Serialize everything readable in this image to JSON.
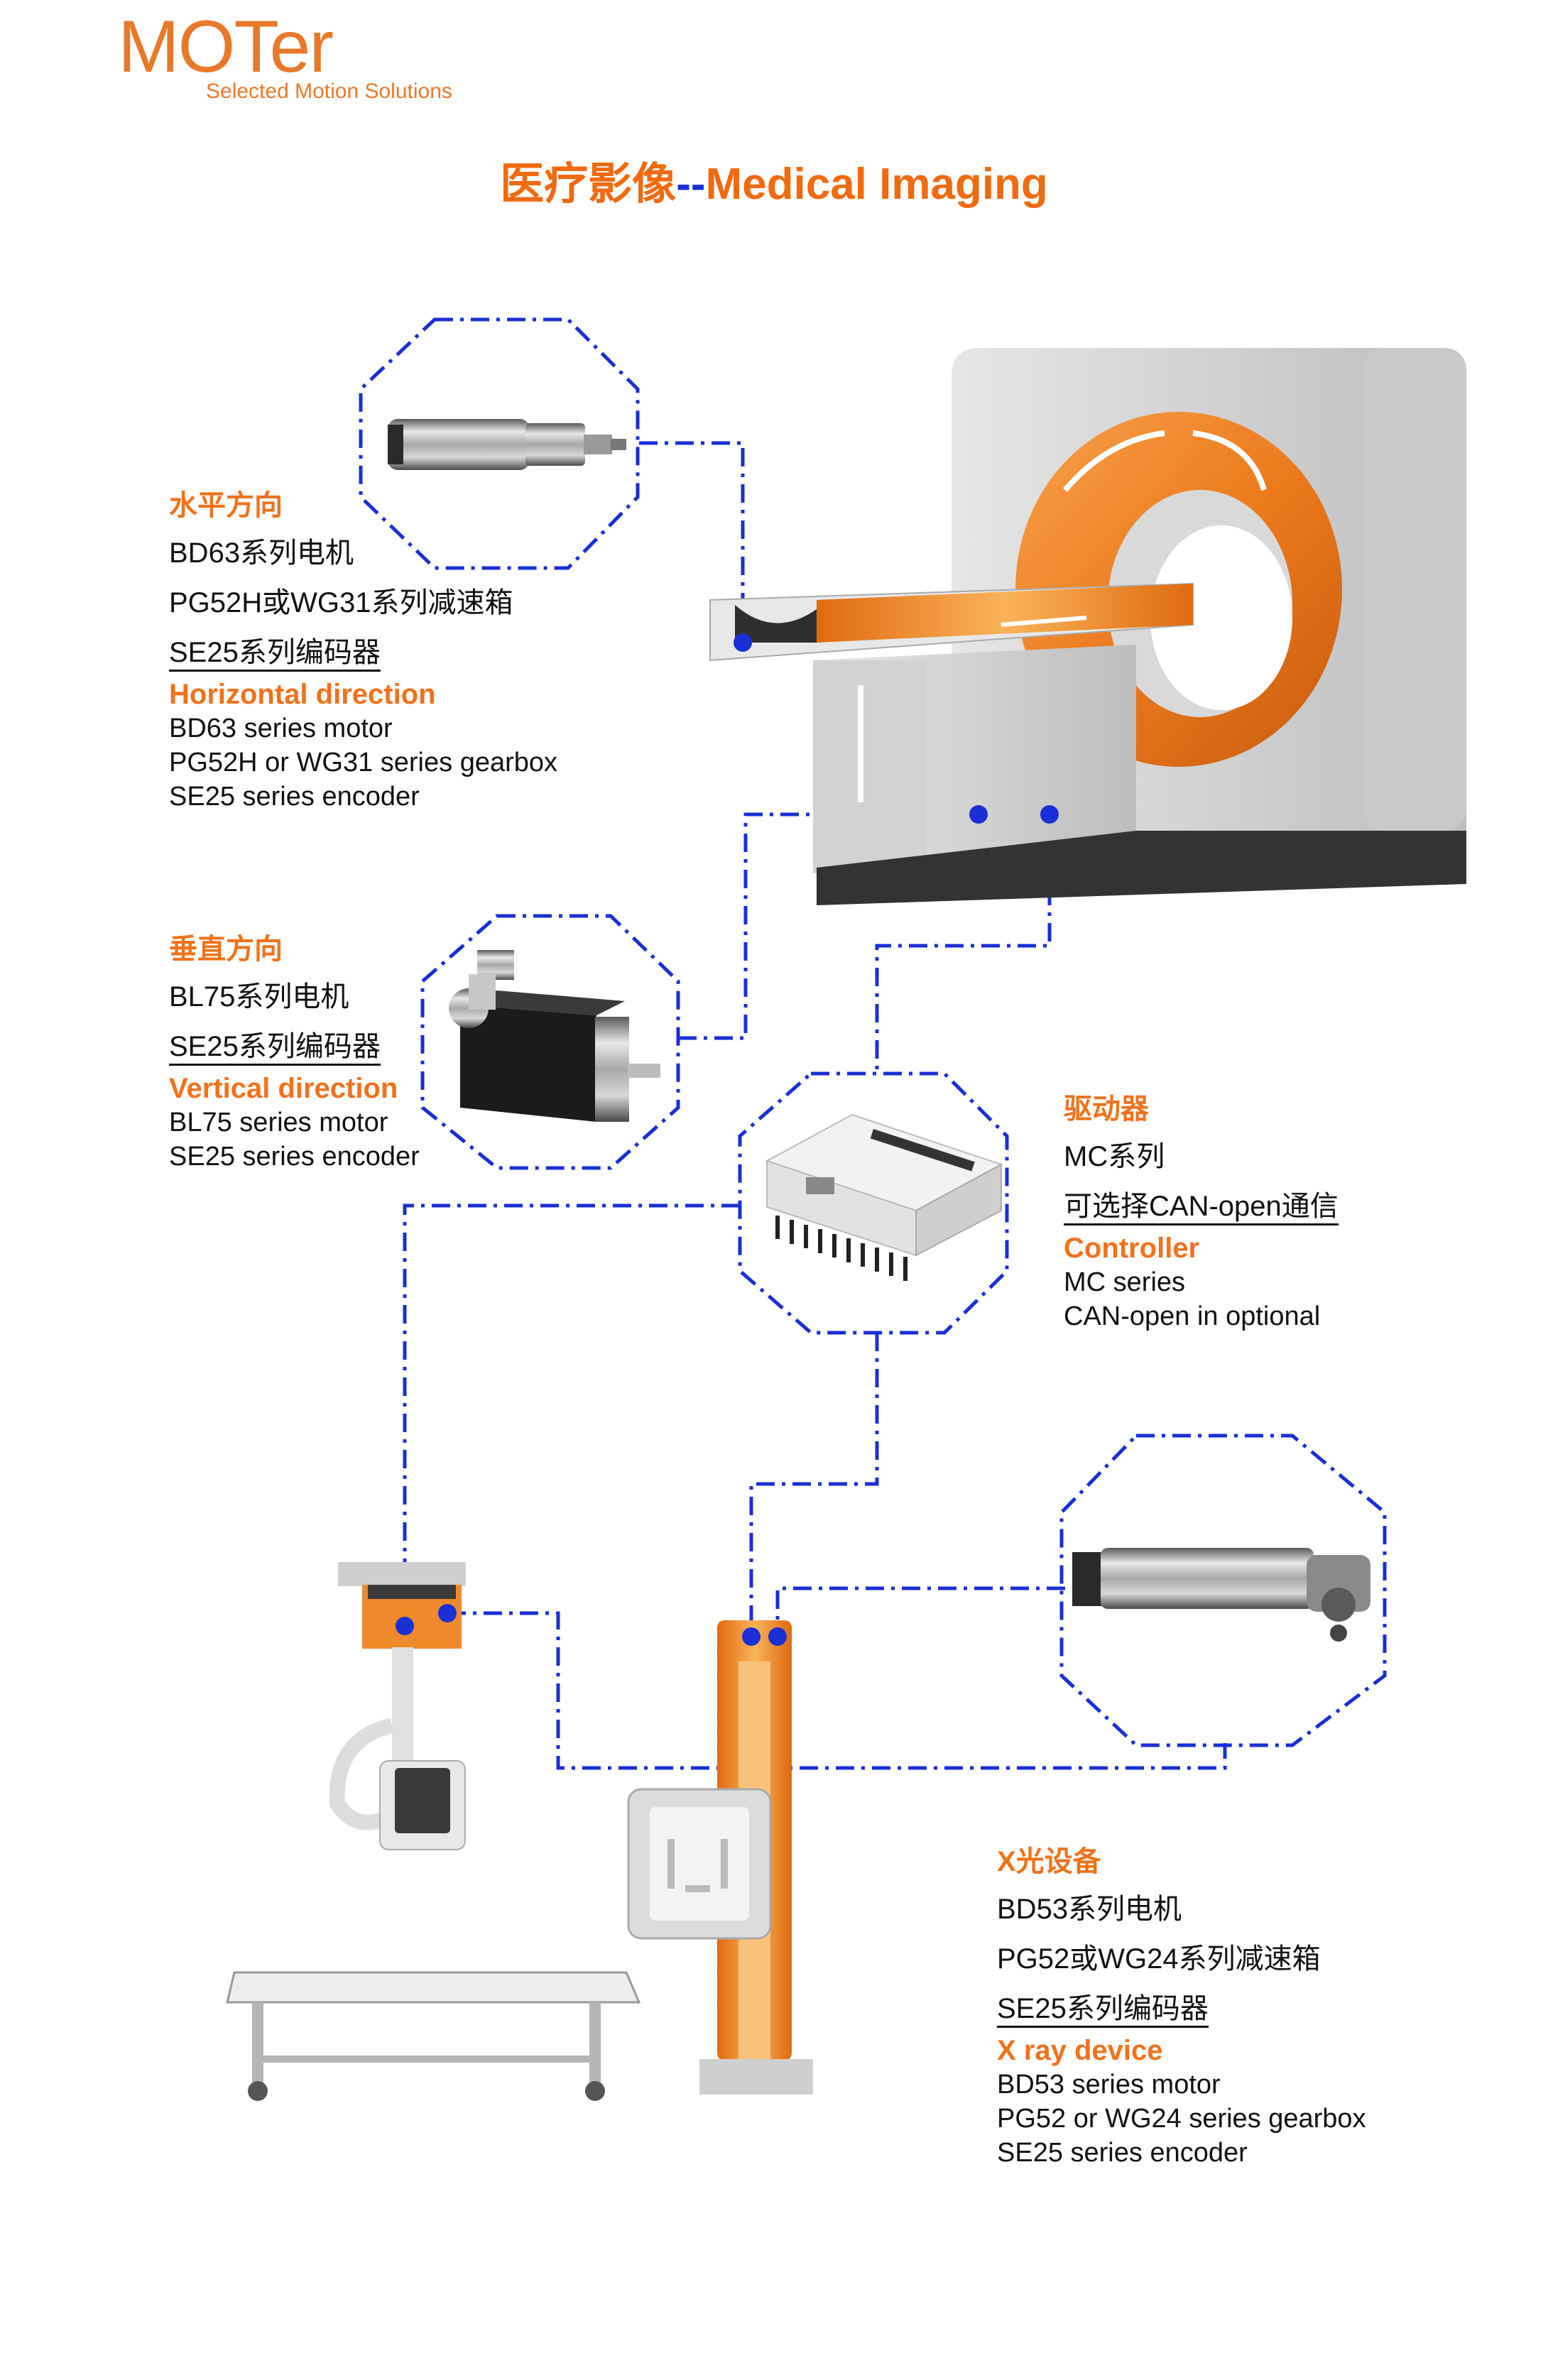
{
  "logo": {
    "wordmark": "MOTer",
    "tagline": "Selected Motion Solutions"
  },
  "title": {
    "zh": "医疗影像",
    "sep": "--",
    "en": "Medical Imaging"
  },
  "sections": {
    "horizontal": {
      "heading_zh": "水平方向",
      "zh_items": [
        "BD63系列电机",
        "PG52H或WG31系列减速箱",
        "SE25系列编码器"
      ],
      "heading_en": "Horizontal direction",
      "en_items": [
        "BD63 series motor",
        "PG52H or WG31 series gearbox",
        "SE25 series encoder"
      ]
    },
    "vertical": {
      "heading_zh": "垂直方向",
      "zh_items": [
        "BL75系列电机",
        "SE25系列编码器"
      ],
      "heading_en": "Vertical direction",
      "en_items": [
        "BL75 series motor",
        "SE25 series encoder"
      ]
    },
    "controller": {
      "heading_zh": "驱动器",
      "zh_items": [
        "MC系列",
        "可选择CAN-open通信"
      ],
      "heading_en": "Controller",
      "en_items": [
        "MC series",
        "CAN-open in optional"
      ]
    },
    "xray": {
      "heading_zh": "X光设备",
      "zh_items": [
        "BD53系列电机",
        "PG52或WG24系列减速箱",
        "SE25系列编码器"
      ],
      "heading_en": "X ray device",
      "en_items": [
        "BD53 series motor",
        "PG52 or WG24 series gearbox",
        "SE25 series encoder"
      ]
    }
  },
  "colors": {
    "accent": "#f0721c",
    "connector": "#1a2fd6",
    "text": "#111111",
    "device_grey": "#b8b8b8"
  }
}
